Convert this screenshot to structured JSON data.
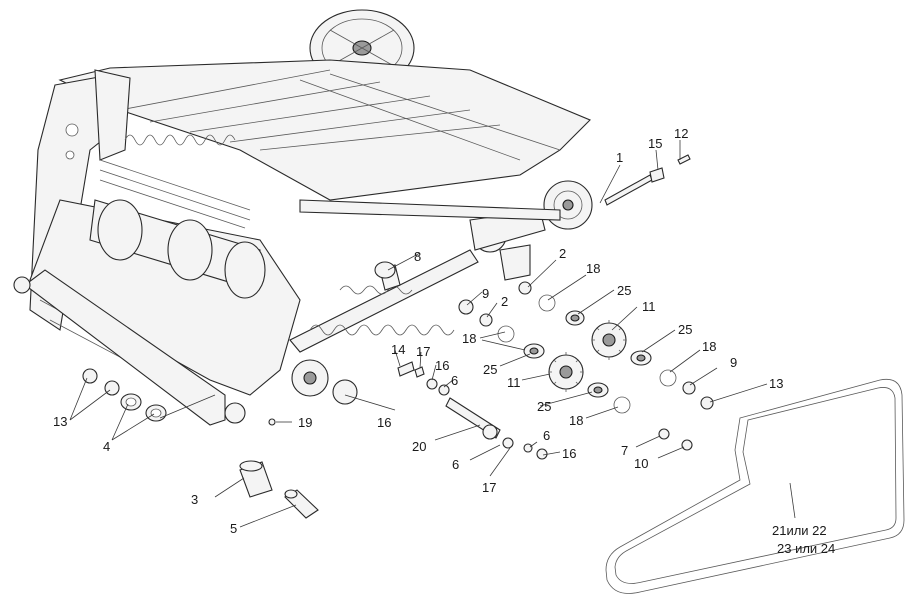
{
  "callouts": {
    "c1": "1",
    "c12": "12",
    "c15": "15",
    "c2a": "2",
    "c2b": "2",
    "c8": "8",
    "c18a": "18",
    "c25a": "25",
    "c9a": "9",
    "c11a": "11",
    "c18b": "18",
    "c25b": "25",
    "c14": "14",
    "c17a": "17",
    "c16a": "16",
    "c6a": "6",
    "c18c": "18",
    "c9b": "9",
    "c25c": "25",
    "c11b": "11",
    "c25d": "25",
    "c13a": "13",
    "c18d": "18",
    "c16b": "16",
    "c20": "20",
    "c6b": "6",
    "c6c": "6",
    "c16c": "16",
    "c7": "7",
    "c10": "10",
    "c17b": "17",
    "c19": "19",
    "c13b": "13",
    "c4": "4",
    "c3": "3",
    "c5": "5",
    "belt_line1": "21или 22",
    "belt_line2": "23 или 24"
  }
}
